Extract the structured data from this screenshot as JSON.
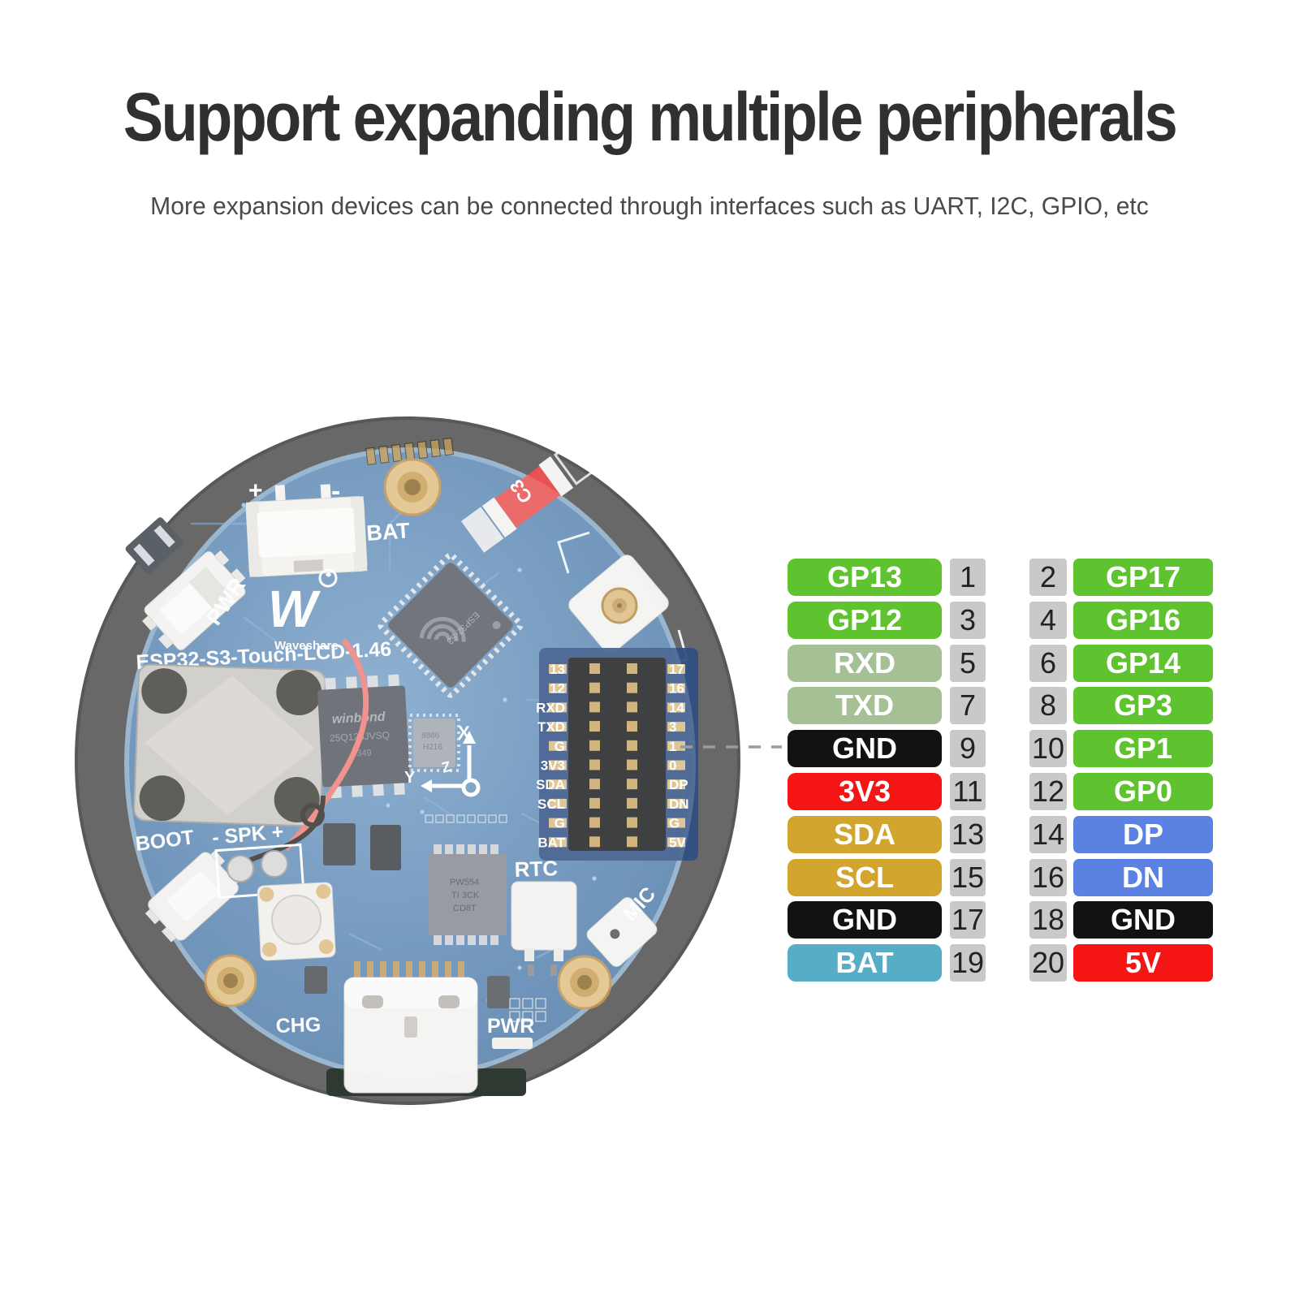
{
  "header": {
    "title": "Support expanding multiple peripherals",
    "subtitle": "More expansion devices can be connected through interfaces such as UART, I2C, GPIO, etc"
  },
  "board": {
    "name": "ESP32-S3-Touch-LCD-1.46",
    "brand": "Waveshare",
    "logo_letter": "W",
    "silk": {
      "bat": "BAT",
      "plus": "+",
      "minus": "-",
      "pwr_left": "PWR",
      "boot": "BOOT",
      "spk": "- SPK +",
      "chg": "CHG",
      "pwr_bottom": "PWR",
      "rtc": "RTC",
      "mic": "MIC",
      "c3": "C3",
      "axis_x": "X",
      "axis_y": "Y",
      "axis_z": "Z"
    },
    "chips": {
      "flash_brand": "winbond",
      "flash_part": "25Q128JVSQ",
      "flash_lot": "2349",
      "mcu": "ESP32-S3",
      "qfn1": "8866",
      "qfn2": "H216",
      "rtc1": "PW554",
      "rtc2": "TI 3CK",
      "rtc3": "CD8T"
    },
    "header_pins": {
      "left": [
        "13",
        "12",
        "RXD",
        "TXD",
        "G",
        "3V3",
        "SDA",
        "SCL",
        "G",
        "BAT"
      ],
      "right": [
        "17",
        "16",
        "14",
        "3",
        "1",
        "0",
        "DP",
        "DN",
        "G",
        "5V"
      ]
    }
  },
  "pinout": {
    "colors": {
      "green": "#5fc32f",
      "sage": "#a6c096",
      "black": "#121212",
      "red": "#f51515",
      "gold": "#d2a52e",
      "teal": "#58adc6",
      "blue": "#5b82e2",
      "num_bg": "#c9c9c9",
      "num_text": "#222222",
      "label_text": "#ffffff"
    },
    "rows": [
      {
        "left_label": "GP13",
        "left_type": "green",
        "left_pin": "1",
        "right_pin": "2",
        "right_label": "GP17",
        "right_type": "green"
      },
      {
        "left_label": "GP12",
        "left_type": "green",
        "left_pin": "3",
        "right_pin": "4",
        "right_label": "GP16",
        "right_type": "green"
      },
      {
        "left_label": "RXD",
        "left_type": "sage",
        "left_pin": "5",
        "right_pin": "6",
        "right_label": "GP14",
        "right_type": "green"
      },
      {
        "left_label": "TXD",
        "left_type": "sage",
        "left_pin": "7",
        "right_pin": "8",
        "right_label": "GP3",
        "right_type": "green"
      },
      {
        "left_label": "GND",
        "left_type": "black",
        "left_pin": "9",
        "right_pin": "10",
        "right_label": "GP1",
        "right_type": "green"
      },
      {
        "left_label": "3V3",
        "left_type": "red",
        "left_pin": "11",
        "right_pin": "12",
        "right_label": "GP0",
        "right_type": "green"
      },
      {
        "left_label": "SDA",
        "left_type": "gold",
        "left_pin": "13",
        "right_pin": "14",
        "right_label": "DP",
        "right_type": "blue"
      },
      {
        "left_label": "SCL",
        "left_type": "gold",
        "left_pin": "15",
        "right_pin": "16",
        "right_label": "DN",
        "right_type": "blue"
      },
      {
        "left_label": "GND",
        "left_type": "black",
        "left_pin": "17",
        "right_pin": "18",
        "right_label": "GND",
        "right_type": "black"
      },
      {
        "left_label": "BAT",
        "left_type": "teal",
        "left_pin": "19",
        "right_pin": "20",
        "right_label": "5V",
        "right_type": "red"
      }
    ]
  }
}
